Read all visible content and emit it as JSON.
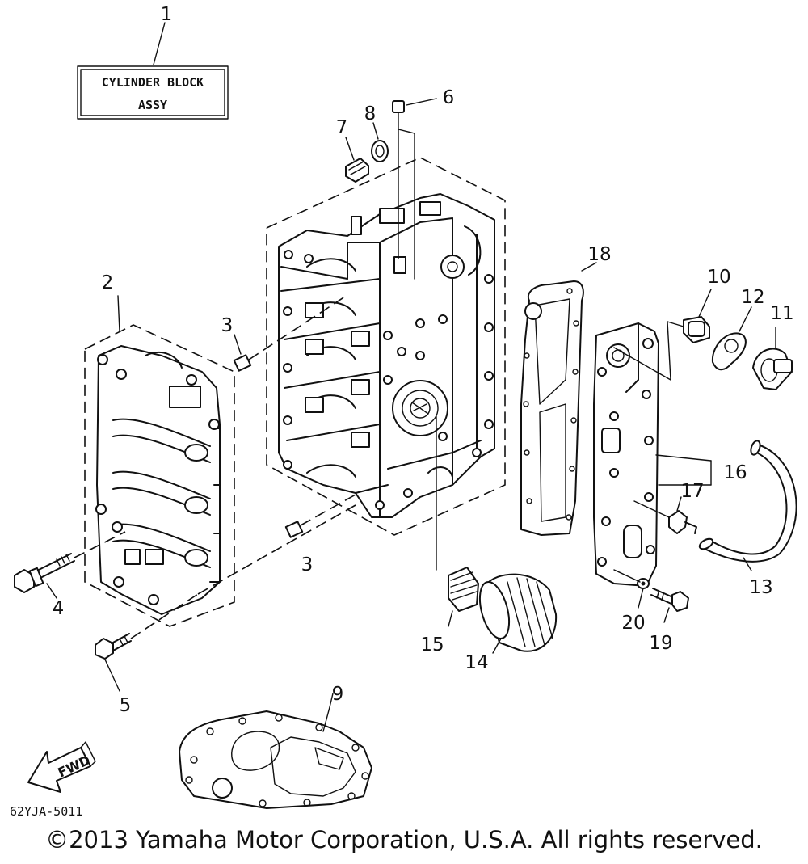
{
  "header_box": {
    "line1": "CYLINDER BLOCK",
    "line2": "ASSY"
  },
  "callouts": {
    "c1": "1",
    "c2": "2",
    "c3a": "3",
    "c3b": "3",
    "c4": "4",
    "c5": "5",
    "c6": "6",
    "c7": "7",
    "c8": "8",
    "c9": "9",
    "c10": "10",
    "c11": "11",
    "c12": "12",
    "c13": "13",
    "c14": "14",
    "c15": "15",
    "c16": "16",
    "c17": "17",
    "c18": "18",
    "c19": "19",
    "c20": "20"
  },
  "fwd_label": "FWD",
  "diagram_code": "62YJA-5011",
  "copyright": "©2013 Yamaha Motor Corporation, U.S.A. All rights reserved."
}
